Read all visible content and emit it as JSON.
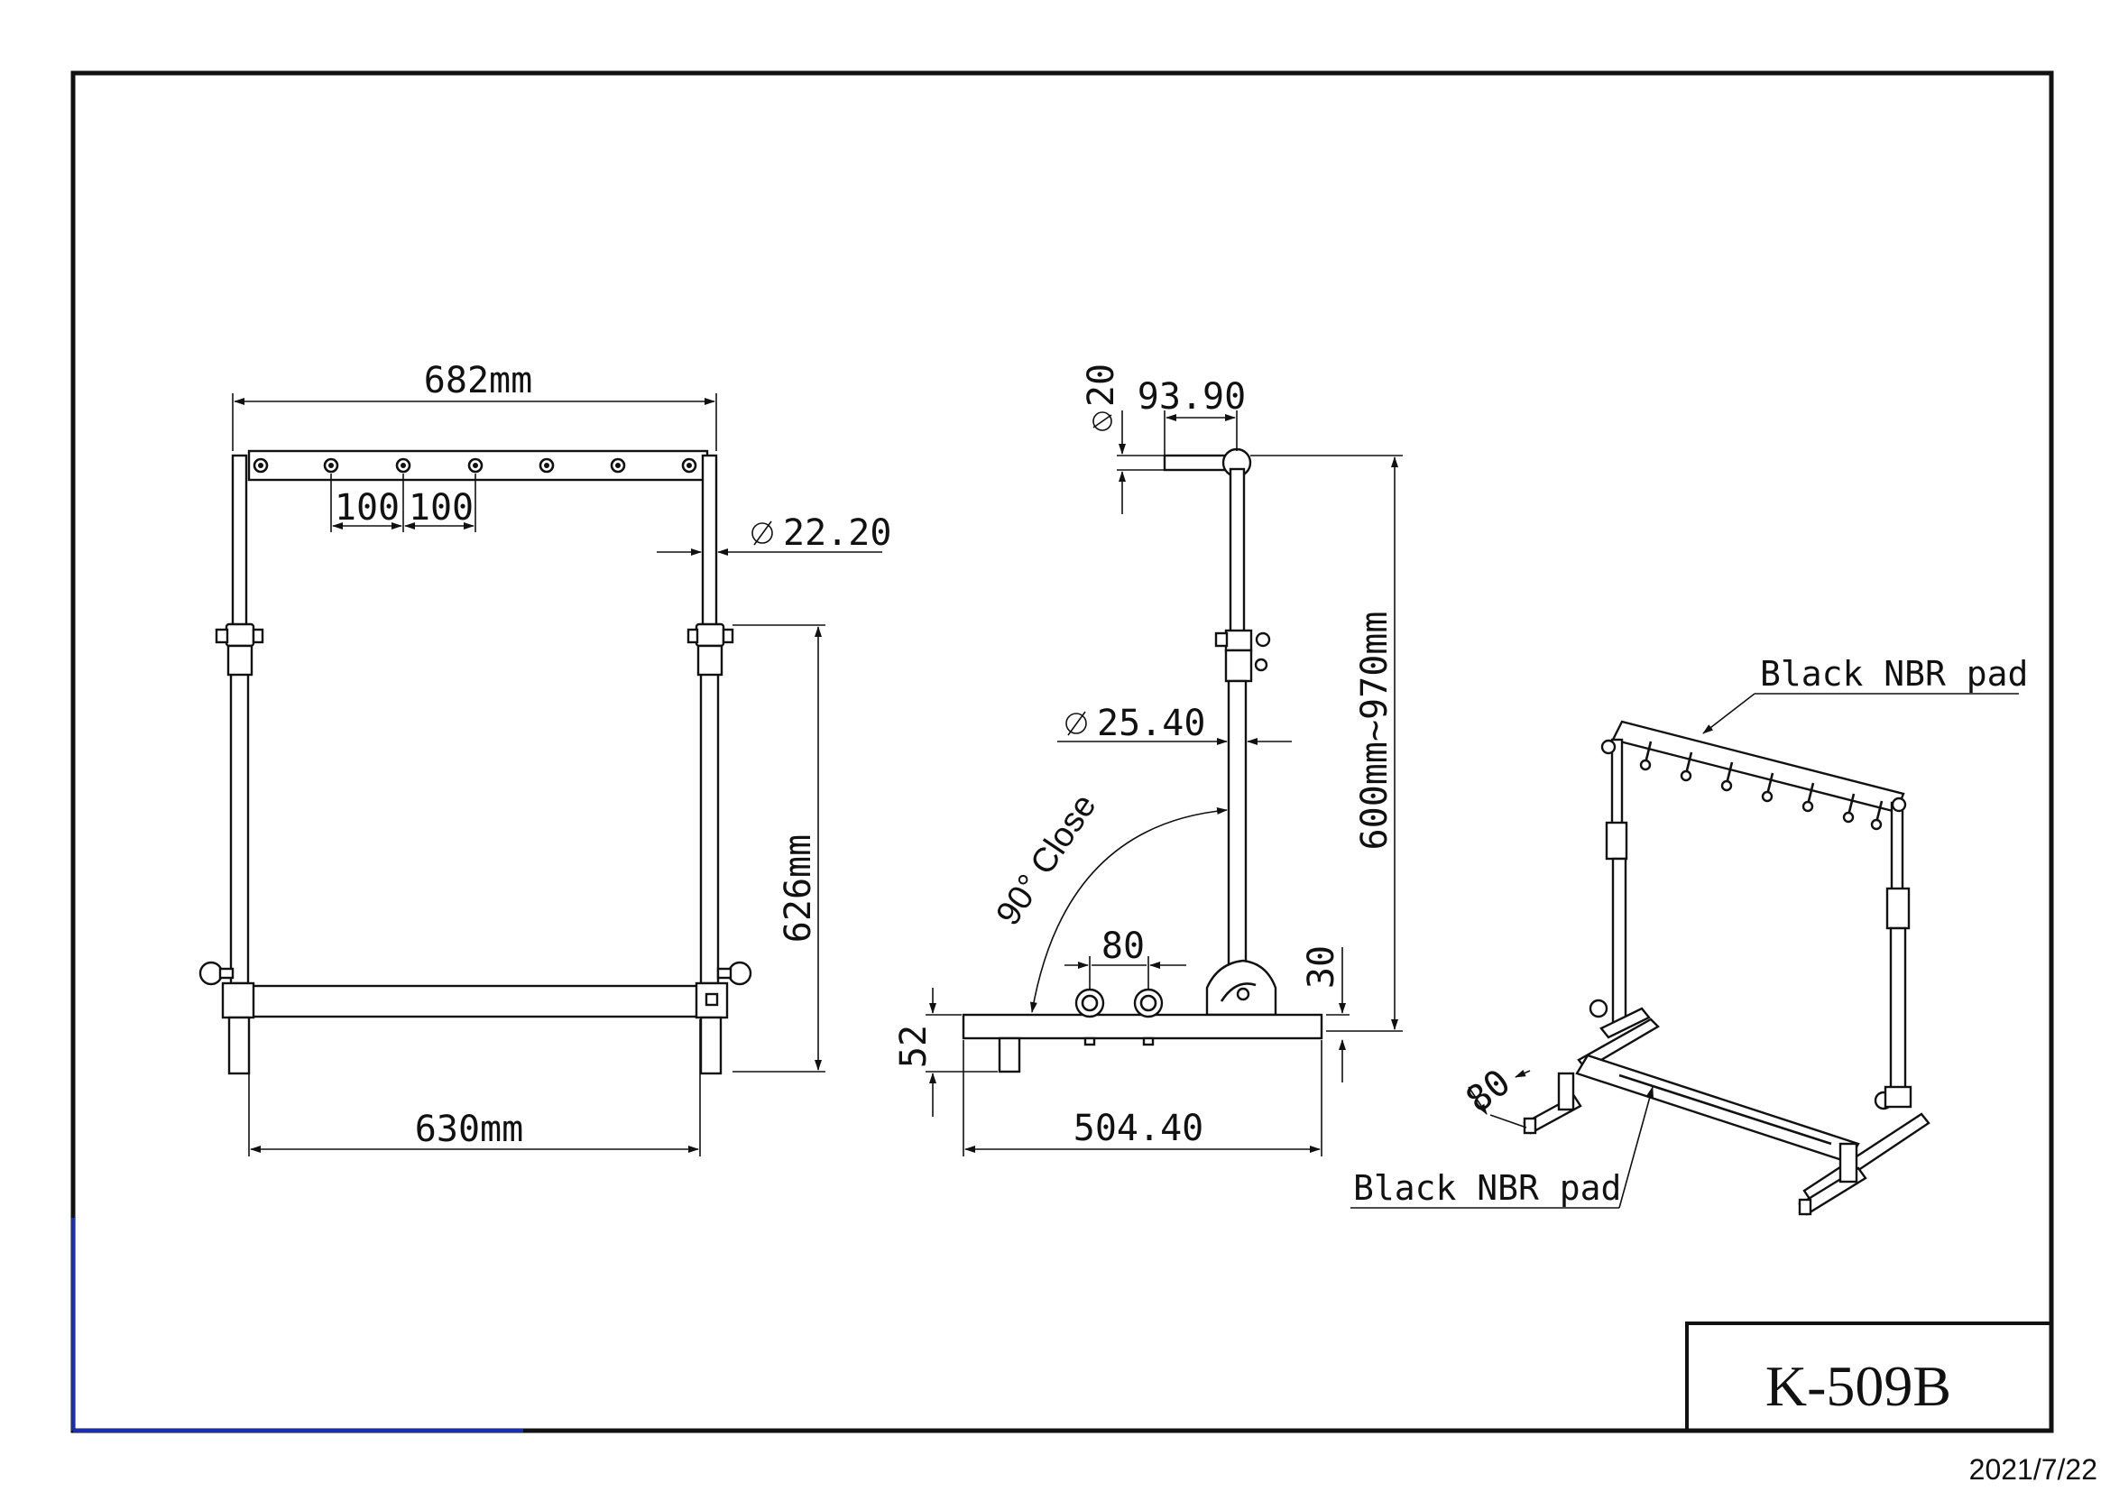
{
  "front_view": {
    "top_width": "682mm",
    "hook_spacing_a": "100",
    "hook_spacing_b": "100",
    "tube_diameter": "22.20",
    "height": "626mm",
    "base_width": "630mm"
  },
  "side_view": {
    "hook_diameter": "20",
    "hook_length": "93.90",
    "post_diameter": "25.40",
    "height_range": "600mm~970mm",
    "fold_angle": "90° Close",
    "pad_spacing": "80",
    "base_thickness": "30",
    "foot_height": "52",
    "base_length": "504.40"
  },
  "iso_view": {
    "top_pad_label": "Black NBR pad",
    "bottom_pad_label": "Black NBR pad",
    "foot_dim": "80"
  },
  "title_block": {
    "model": "K-509B"
  },
  "footer": {
    "date": "2021/7/22"
  },
  "colors": {
    "line": "#111111",
    "left_edge_accent": "#1a2fb0"
  }
}
